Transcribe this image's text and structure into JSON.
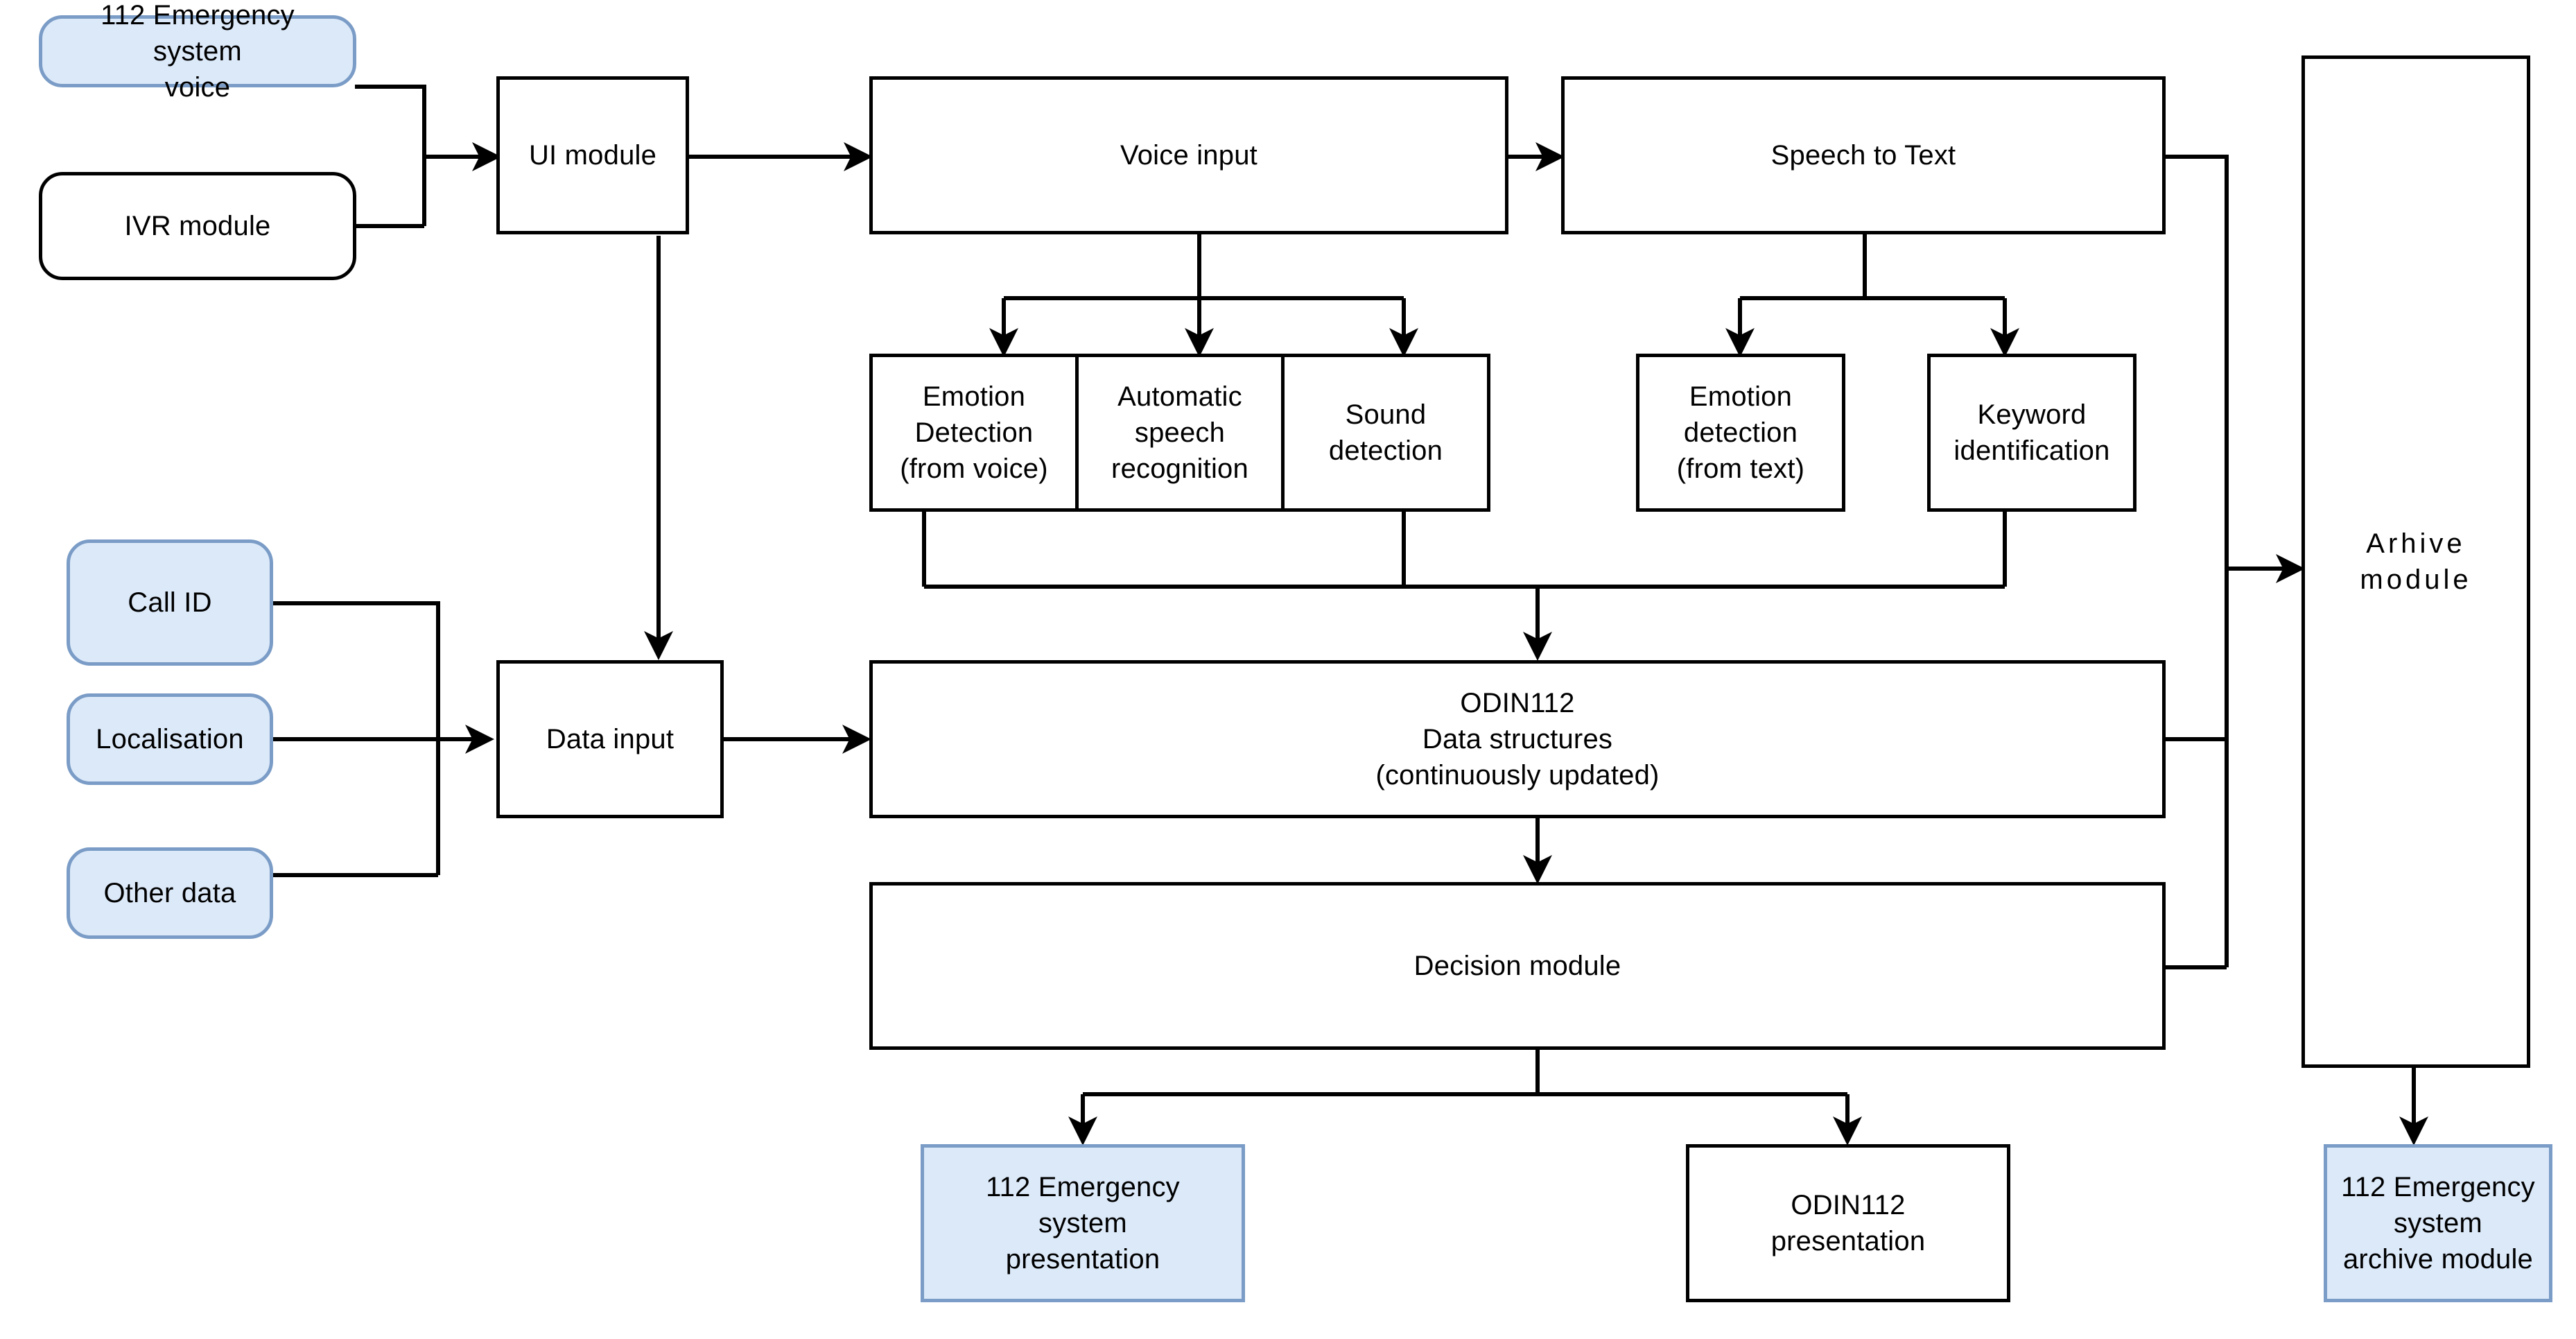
{
  "diagram": {
    "title": "ODIN112 emergency call processing architecture",
    "colors": {
      "blue_fill": "#dce9f9",
      "blue_stroke": "#7a9cc6",
      "line": "#000000",
      "background": "#ffffff"
    }
  },
  "nodes": {
    "emergency_voice": {
      "label": "112 Emergency\nsystem\nvoice"
    },
    "ivr_module": {
      "label": "IVR module"
    },
    "ui_module": {
      "label": "UI module"
    },
    "voice_input": {
      "label": "Voice input"
    },
    "speech_to_text": {
      "label": "Speech  to Text"
    },
    "emotion_voice": {
      "label": "Emotion\nDetection\n(from voice)"
    },
    "asr": {
      "label": "Automatic\nspeech\nrecognition"
    },
    "sound_detection": {
      "label": "Sound\ndetection"
    },
    "emotion_text": {
      "label": "Emotion\ndetection\n(from text)"
    },
    "keyword_identification": {
      "label": "Keyword\nidentification"
    },
    "call_id": {
      "label": "Call ID"
    },
    "localisation": {
      "label": "Localisation"
    },
    "other_data": {
      "label": "Other  data"
    },
    "data_input": {
      "label": "Data input"
    },
    "odin_data_structures": {
      "label": "ODIN112\nData structures\n(continuously updated)"
    },
    "decision_module": {
      "label": "Decision module"
    },
    "archive_module": {
      "label": "Arhive module"
    },
    "emergency_presentation": {
      "label": "112 Emergency\nsystem\npresentation"
    },
    "odin_presentation": {
      "label": "ODIN112\npresentation"
    },
    "emergency_archive": {
      "label": "112 Emergency\nsystem\narchive module"
    }
  },
  "edges": [
    {
      "from": "emergency_voice",
      "to": "ui_module"
    },
    {
      "from": "ivr_module",
      "to": "ui_module"
    },
    {
      "from": "ui_module",
      "to": "voice_input"
    },
    {
      "from": "ui_module",
      "to": "data_input"
    },
    {
      "from": "voice_input",
      "to": "speech_to_text"
    },
    {
      "from": "voice_input",
      "to": "emotion_voice"
    },
    {
      "from": "voice_input",
      "to": "asr"
    },
    {
      "from": "voice_input",
      "to": "sound_detection"
    },
    {
      "from": "speech_to_text",
      "to": "emotion_text"
    },
    {
      "from": "speech_to_text",
      "to": "keyword_identification"
    },
    {
      "from": "speech_to_text",
      "to": "archive_module"
    },
    {
      "from": "emotion_voice",
      "to": "odin_data_structures"
    },
    {
      "from": "sound_detection",
      "to": "odin_data_structures"
    },
    {
      "from": "keyword_identification",
      "to": "odin_data_structures"
    },
    {
      "from": "call_id",
      "to": "data_input"
    },
    {
      "from": "localisation",
      "to": "data_input"
    },
    {
      "from": "other_data",
      "to": "data_input"
    },
    {
      "from": "data_input",
      "to": "odin_data_structures"
    },
    {
      "from": "odin_data_structures",
      "to": "decision_module"
    },
    {
      "from": "odin_data_structures",
      "to": "archive_module"
    },
    {
      "from": "decision_module",
      "to": "archive_module"
    },
    {
      "from": "decision_module",
      "to": "emergency_presentation"
    },
    {
      "from": "decision_module",
      "to": "odin_presentation"
    },
    {
      "from": "archive_module",
      "to": "emergency_archive"
    }
  ]
}
